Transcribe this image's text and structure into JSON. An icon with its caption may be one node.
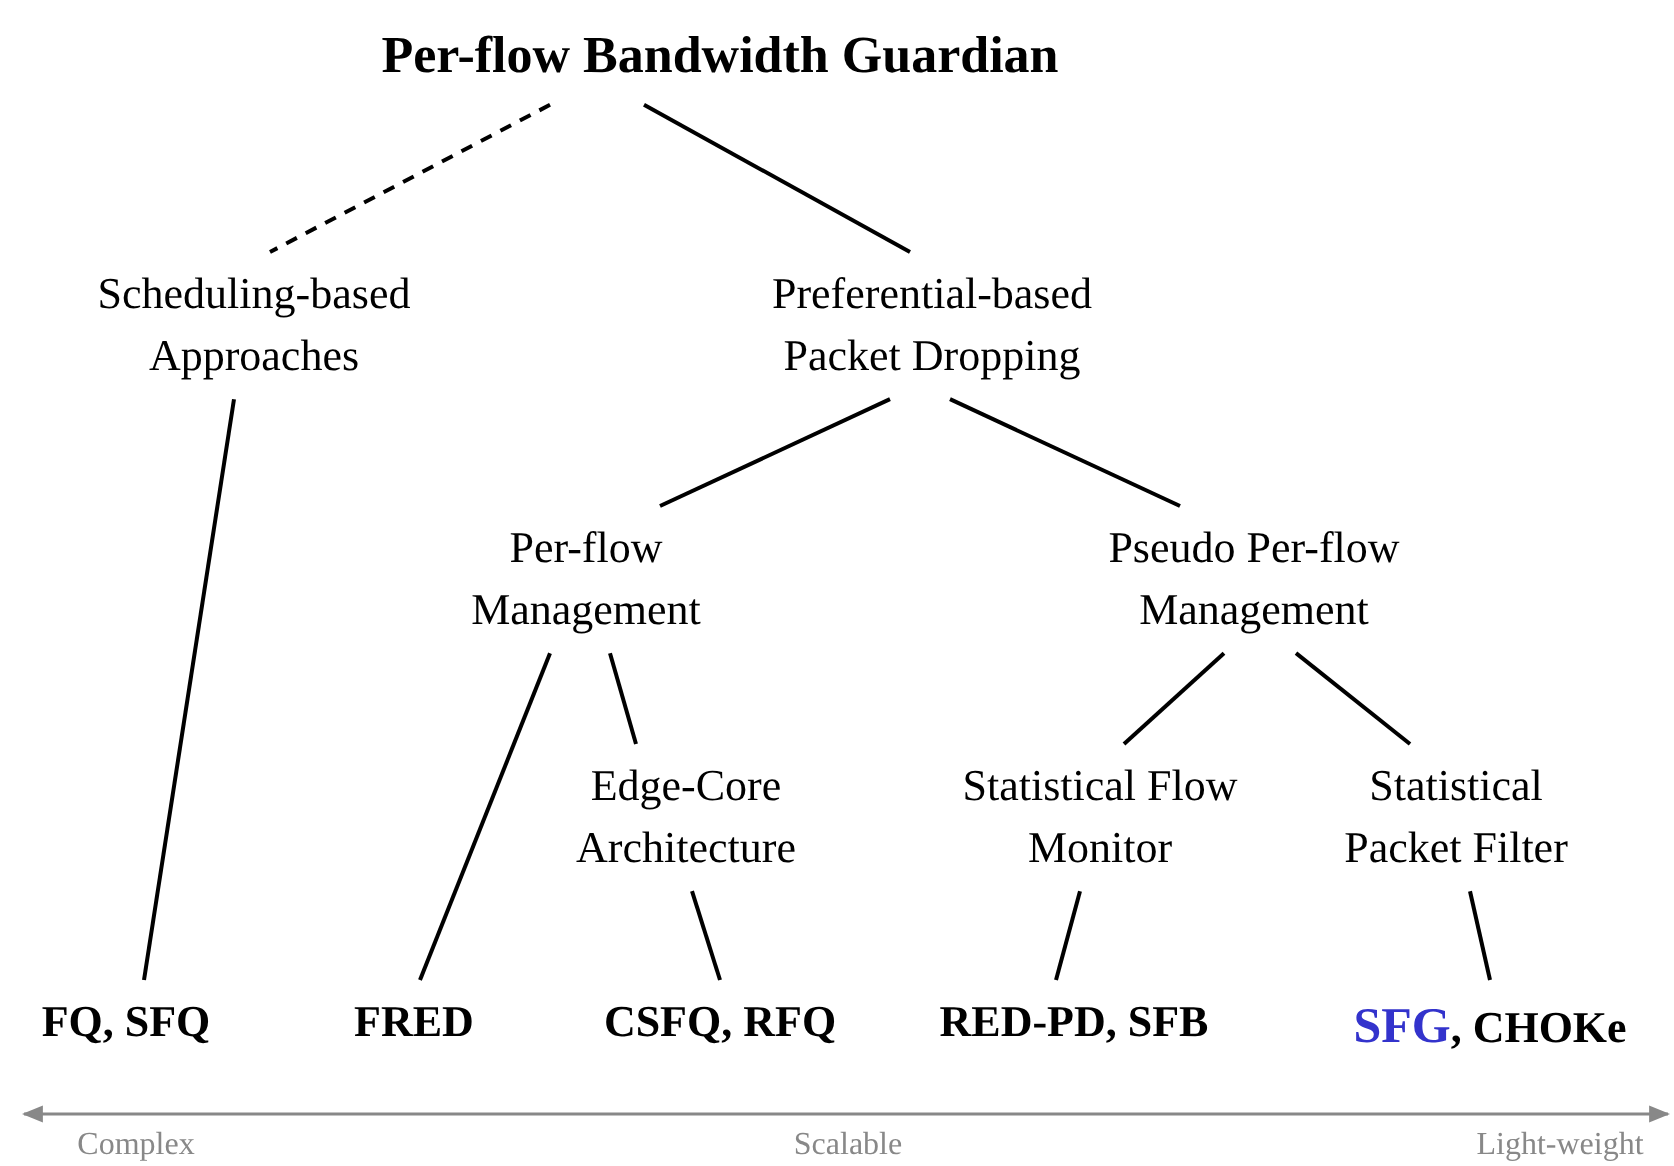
{
  "diagram": {
    "nodes": [
      {
        "text": [
          "Per-flow Bandwidth Guardian"
        ]
      },
      {
        "text": [
          "Scheduling-based Approaches"
        ]
      },
      {
        "text": [
          "Preferential-based Packet Dropping"
        ]
      },
      {
        "text": [
          "Per-flow Management"
        ]
      },
      {
        "text": [
          "Pseudo Per-flow Management"
        ]
      },
      {
        "text": [
          "Edge-Core Architecture"
        ]
      },
      {
        "text": [
          "Statistical Flow Monitor"
        ]
      },
      {
        "text": [
          "Statistical Packet Filter"
        ]
      },
      {
        "text": [
          "FQ, SFQ"
        ]
      },
      {
        "text": [
          "FRED"
        ]
      },
      {
        "text": [
          "CSFQ, RFQ"
        ]
      },
      {
        "text": [
          "RED-PD, SFB"
        ]
      },
      {
        "text": [
          "SFG",
          ", CHOKe"
        ]
      }
    ],
    "edges": [
      {
        "from": 0,
        "to": 1,
        "arrow": "none",
        "style": "dashed"
      },
      {
        "from": 0,
        "to": 2,
        "arrow": "none"
      },
      {
        "from": 2,
        "to": 3,
        "arrow": "none"
      },
      {
        "from": 2,
        "to": 4,
        "arrow": "none"
      },
      {
        "from": 1,
        "to": 8,
        "arrow": "none"
      },
      {
        "from": 3,
        "to": 9,
        "arrow": "none"
      },
      {
        "from": 3,
        "to": 5,
        "arrow": "none"
      },
      {
        "from": 4,
        "to": 6,
        "arrow": "none"
      },
      {
        "from": 4,
        "to": 7,
        "arrow": "none"
      },
      {
        "from": 5,
        "to": 10,
        "arrow": "none"
      },
      {
        "from": 6,
        "to": 11,
        "arrow": "none"
      },
      {
        "from": 7,
        "to": 12,
        "arrow": "none"
      }
    ],
    "labels": [
      "Complex",
      "Scalable",
      "Light-weight"
    ]
  }
}
